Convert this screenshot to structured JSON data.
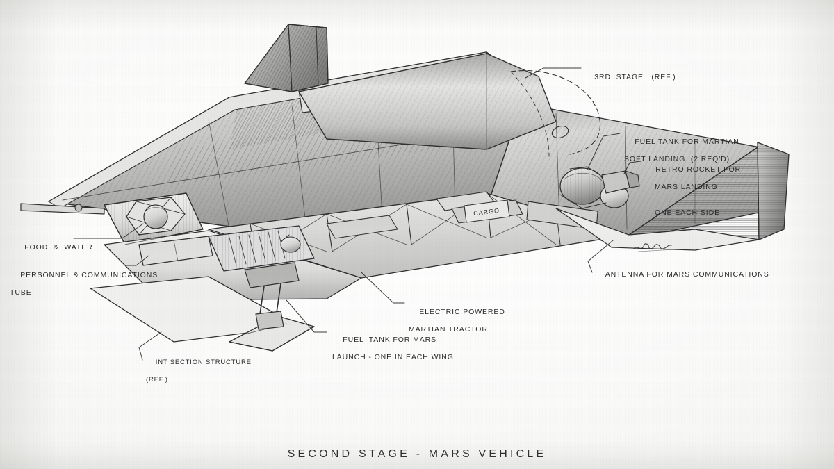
{
  "document": {
    "title": "SECOND  STAGE - MARS  VEHICLE",
    "medium": "graphite and ink technical cutaway illustration",
    "paper_color": "#fbfbfa",
    "ink_color": "#2a2a2c"
  },
  "callouts": {
    "third_stage": {
      "line1": "3RD  STAGE   (REF.)"
    },
    "fuel_tank_soft_landing": {
      "line1": "FUEL TANK FOR MARTIAN",
      "line2": "SOFT LANDING  (2 REQ'D)"
    },
    "retro_rocket": {
      "line1": "RETRO ROCKET FOR",
      "line2": "MARS LANDING",
      "line3": "ONE EACH SIDE"
    },
    "antenna": {
      "line1": "ANTENNA FOR MARS COMMUNICATIONS"
    },
    "food_water": {
      "line1": "FOOD  &  WATER"
    },
    "personnel_tube": {
      "line1": "PERSONNEL & COMMUNICATIONS",
      "line2": "TUBE"
    },
    "int_section": {
      "line1": "INT SECTION STRUCTURE",
      "line2": "(REF.)"
    },
    "fuel_tank_launch": {
      "line1": "FUEL  TANK FOR MARS",
      "line2": "LAUNCH - ONE IN EACH WING"
    },
    "martian_tractor": {
      "line1": "ELECTRIC POWERED",
      "line2": "MARTIAN TRACTOR"
    },
    "cargo_panel": {
      "line1": "CARGO"
    },
    "artist_signature": {
      "line1": ""
    }
  }
}
